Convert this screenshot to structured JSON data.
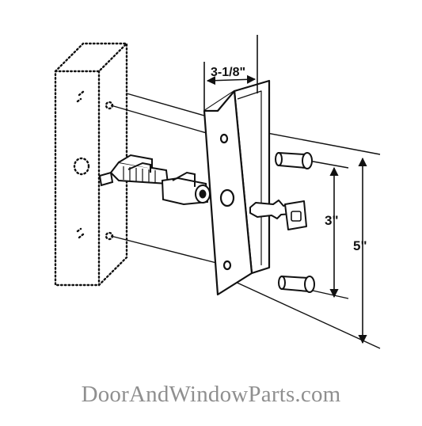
{
  "dimensions": {
    "depth_label": "3-1/8\"",
    "screw_spacing_label": "3\"",
    "plate_height_label": "5\""
  },
  "watermark": "DoorAndWindowParts.com",
  "colors": {
    "line": "#111111",
    "watermark": "#8f8f8f",
    "background": "#ffffff"
  }
}
